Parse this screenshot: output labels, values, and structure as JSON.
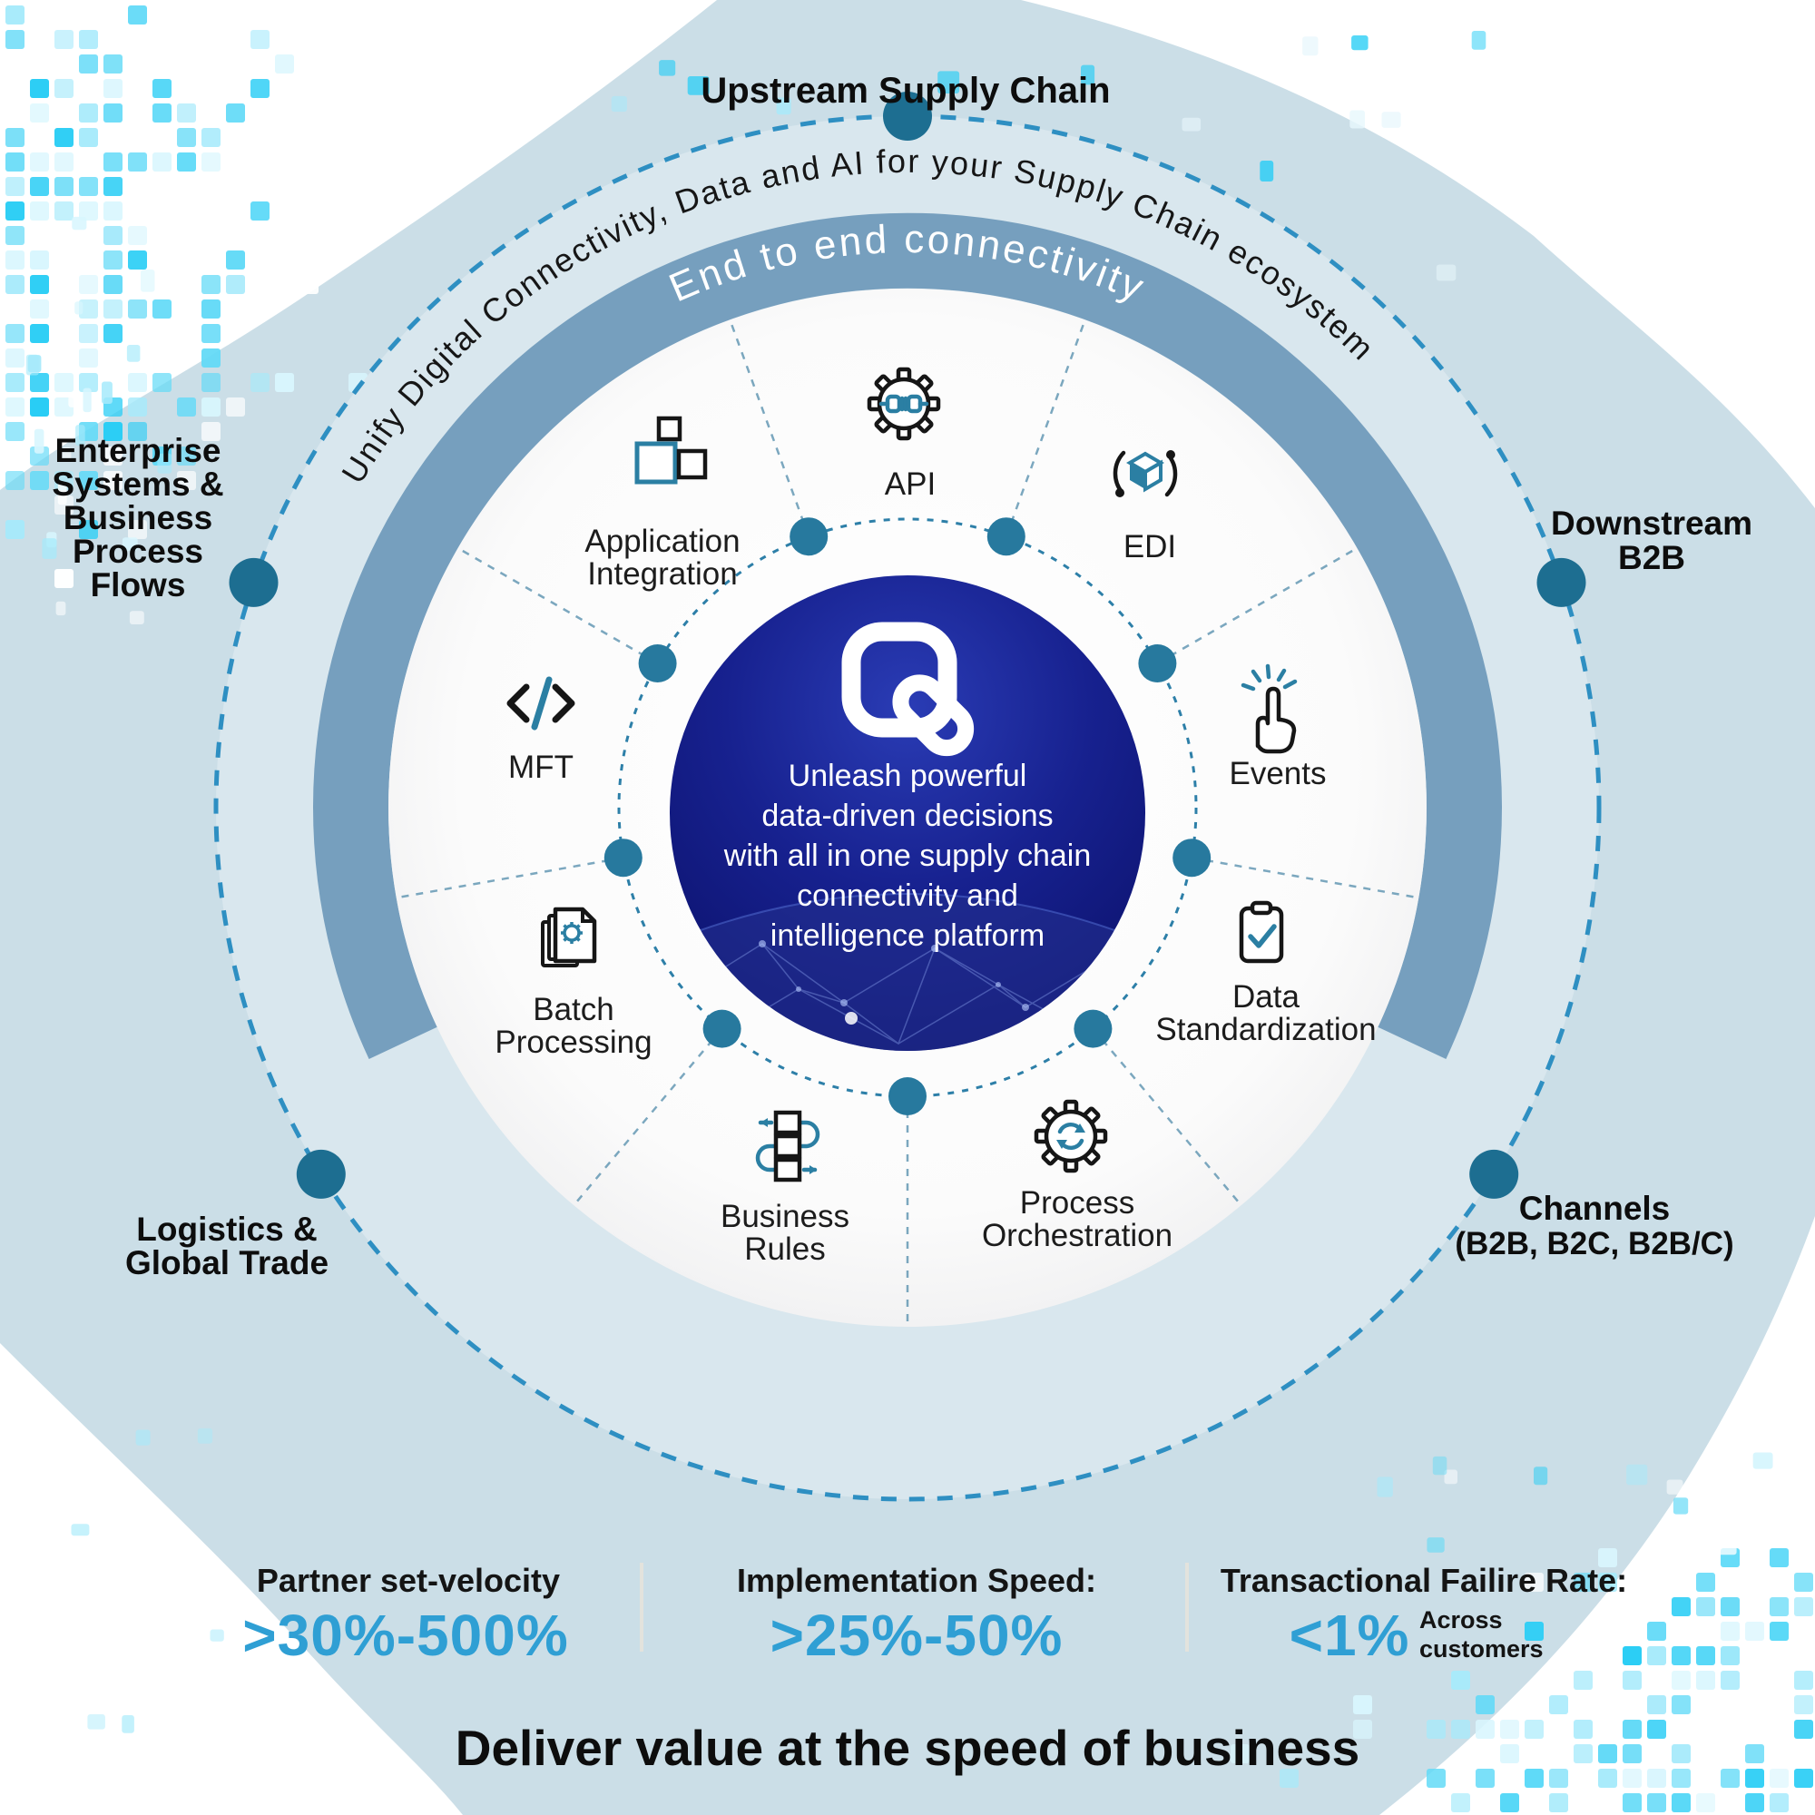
{
  "title_top": "Upstream Supply Chain",
  "curved_outer": "Unify Digital Connectivity, Data and AI for your Supply Chain ecosystem",
  "curved_inner": "End to end connectivity",
  "outer_labels": {
    "left": [
      "Enterprise",
      "Systems &",
      "Business",
      "Process",
      "Flows"
    ],
    "right": [
      "Downstream",
      "B2B"
    ],
    "bottom_right": [
      "Channels",
      "(B2B, B2C, B2B/C)"
    ],
    "bottom_left": [
      "Logistics &",
      "Global Trade"
    ]
  },
  "center": {
    "lines": [
      "Unleash powerful",
      "data-driven decisions",
      "with all in one supply chain",
      "connectivity and",
      "intelligence platform"
    ]
  },
  "segments": [
    {
      "id": "application-integration",
      "lines": [
        "Application",
        "Integration"
      ]
    },
    {
      "id": "api",
      "lines": [
        "API"
      ]
    },
    {
      "id": "edi",
      "lines": [
        "EDI"
      ]
    },
    {
      "id": "events",
      "lines": [
        "Events"
      ]
    },
    {
      "id": "data-standardization",
      "lines": [
        "Data",
        "Standardization"
      ]
    },
    {
      "id": "process-orchestration",
      "lines": [
        "Process",
        "Orchestration"
      ]
    },
    {
      "id": "business-rules",
      "lines": [
        "Business",
        "Rules"
      ]
    },
    {
      "id": "batch-processing",
      "lines": [
        "Batch",
        "Processing"
      ]
    },
    {
      "id": "mft",
      "lines": [
        "MFT"
      ]
    }
  ],
  "stats": [
    {
      "label": "Partner set-velocity",
      "value": ">30%-500%"
    },
    {
      "label": "Implementation Speed:",
      "value": ">25%-50%"
    },
    {
      "label": "Transactional Failire Rate:",
      "value": "<1%",
      "note": [
        "Across",
        "customers"
      ]
    }
  ],
  "footer": "Deliver value at the speed of business",
  "colors": {
    "accent_blue": "#2f9fd4",
    "dash_blue": "#2e8fc2",
    "node_teal": "#1d6e91",
    "band_blue": "#769fbe",
    "icon_teal": "#2b7fa3",
    "center_navy": "#0b1170",
    "pixel_cyan": "#29cdf5",
    "background": "#cbdee7"
  }
}
